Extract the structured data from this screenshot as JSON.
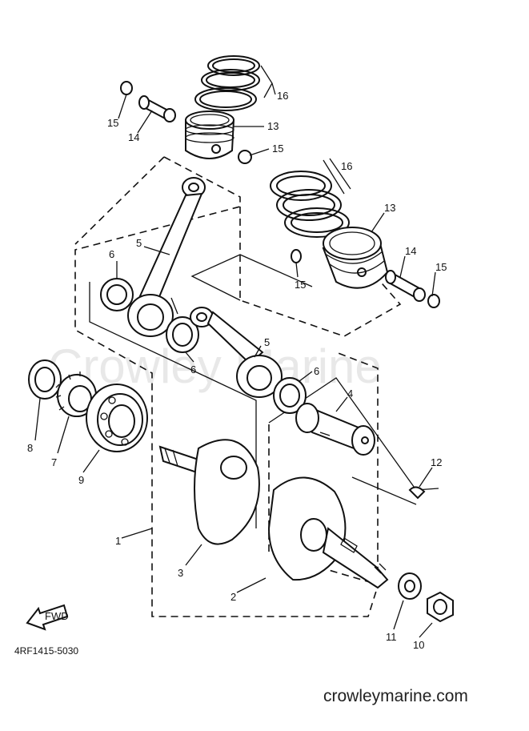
{
  "watermark": "Crowley Marine",
  "diagram_code": "4RF1415-5030",
  "footer_site": "crowleymarine.com",
  "fwd_label": "FWD",
  "callouts": {
    "c1": "1",
    "c2": "2",
    "c3": "3",
    "c4": "4",
    "c5a": "5",
    "c5b": "5",
    "c6a": "6",
    "c6b": "6",
    "c6c": "6",
    "c7": "7",
    "c8": "8",
    "c9": "9",
    "c10": "10",
    "c11": "11",
    "c12": "12",
    "c13a": "13",
    "c13b": "13",
    "c14a": "14",
    "c14b": "14",
    "c15a": "15",
    "c15b": "15",
    "c15c": "15",
    "c15d": "15",
    "c16a": "16",
    "c16b": "16"
  }
}
